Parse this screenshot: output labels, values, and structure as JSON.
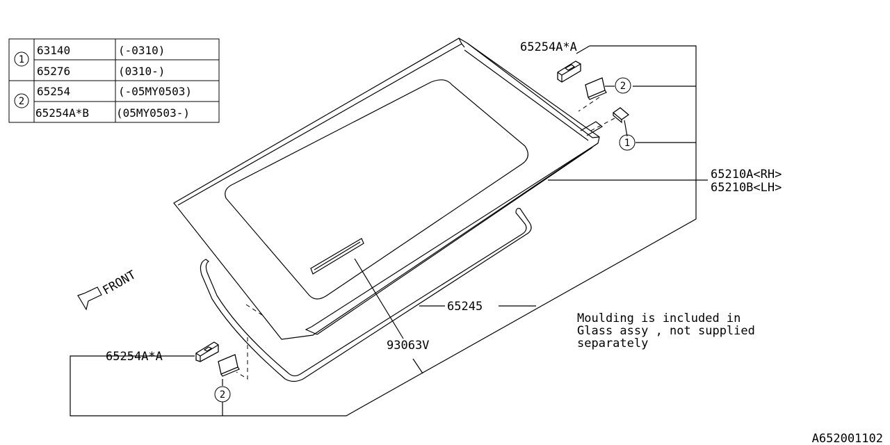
{
  "legend_table": {
    "rows": [
      {
        "ref": "1",
        "part": "63140",
        "range": "(-0310)"
      },
      {
        "ref": "",
        "part": "65276",
        "range": "(0310-)"
      },
      {
        "ref": "2",
        "part": "65254",
        "range": "(-05MY0503)"
      },
      {
        "ref": "",
        "part": "65254A*B",
        "range": "(05MY0503-)"
      }
    ]
  },
  "callouts": {
    "clip_top": "65254A*A",
    "glass_rh": "65210A<RH>",
    "glass_lh": "65210B<LH>",
    "weatherstrip": "65245",
    "sticker": "93063V",
    "clip_bottom": "65254A*A",
    "ref_1": "1",
    "ref_2_top": "2",
    "ref_2_bottom": "2"
  },
  "front_arrow": {
    "label": "FRONT"
  },
  "note": {
    "line1": "Moulding is included in",
    "line2": "Glass assy , not supplied",
    "line3": "separately"
  },
  "drawing_id": "A652001102"
}
